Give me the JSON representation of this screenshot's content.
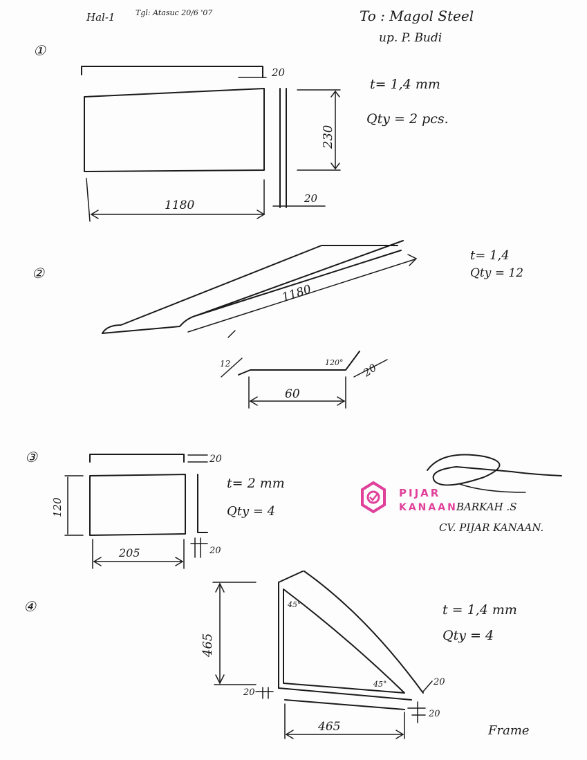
{
  "header": {
    "page": "Hal-1",
    "date_note": "Tgl: Atasuc 20/6 '07",
    "to_line1": "To : Magol Steel",
    "to_line2": "up. P. Budi"
  },
  "parts": [
    {
      "number": "①",
      "thickness": "t= 1,4 mm",
      "qty": "Qty = 2 pcs.",
      "dims": [
        "20",
        "230",
        "1180",
        "20"
      ]
    },
    {
      "number": "②",
      "thickness": "t= 1,4",
      "qty": "Qty = 12",
      "dims": [
        "1180",
        "12",
        "120°",
        "20",
        "60"
      ]
    },
    {
      "number": "③",
      "thickness": "t= 2 mm",
      "qty": "Qty = 4",
      "dims": [
        "20",
        "120",
        "205",
        "20"
      ]
    },
    {
      "number": "④",
      "thickness": "t = 1,4 mm",
      "qty": "Qty = 4",
      "dims": [
        "45°",
        "465",
        "45°",
        "20",
        "20",
        "465",
        "20"
      ],
      "note": "Frame"
    }
  ],
  "stamp": {
    "logo_line1": "PIJAR",
    "logo_line2": "KANAAN",
    "signer": "BARKAH .S",
    "company": "CV. PIJAR KANAAN."
  },
  "colors": {
    "ink": "#1a1a1a",
    "logo": "#e0409a"
  }
}
